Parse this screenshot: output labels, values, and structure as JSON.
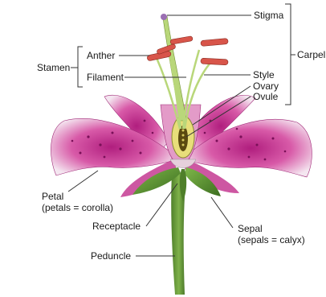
{
  "labels": {
    "stigma": "Stigma",
    "carpel": "Carpel",
    "stamen": "Stamen",
    "anther": "Anther",
    "filament": "Filament",
    "style": "Style",
    "ovary": "Ovary",
    "ovule": "Ovule",
    "petal": "Petal",
    "petal_note": "(petals = corolla)",
    "receptacle": "Receptacle",
    "sepal": "Sepal",
    "sepal_note": "(sepals = calyx)",
    "peduncle": "Peduncle"
  }
}
